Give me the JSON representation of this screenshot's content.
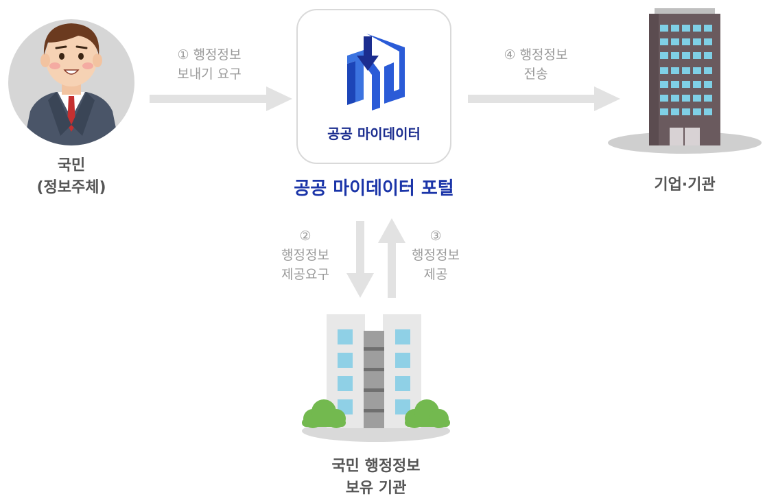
{
  "citizen": {
    "line1": "국민",
    "line2": "(정보주체)"
  },
  "portal": {
    "logo_text": "공공 마이데이터",
    "title": "공공 마이데이터 포털"
  },
  "company": {
    "label": "기업·기관"
  },
  "gov_holder": {
    "line1": "국민 행정정보",
    "line2": "보유 기관"
  },
  "steps": {
    "step1": {
      "line1": "① 행정정보",
      "line2": "보내기 요구"
    },
    "step2": {
      "line1": "②",
      "line2": "행정정보",
      "line3": "제공요구"
    },
    "step3": {
      "line1": "③",
      "line2": "행정정보",
      "line3": "제공"
    },
    "step4": {
      "line1": "④ 행정정보",
      "line2": "전송"
    }
  },
  "colors": {
    "arrow": "#e2e2e2",
    "portal_blue": "#1a34a8",
    "logo_blue": "#2a5bd7",
    "label_gray": "#555555",
    "step_gray": "#9a9a9a"
  }
}
